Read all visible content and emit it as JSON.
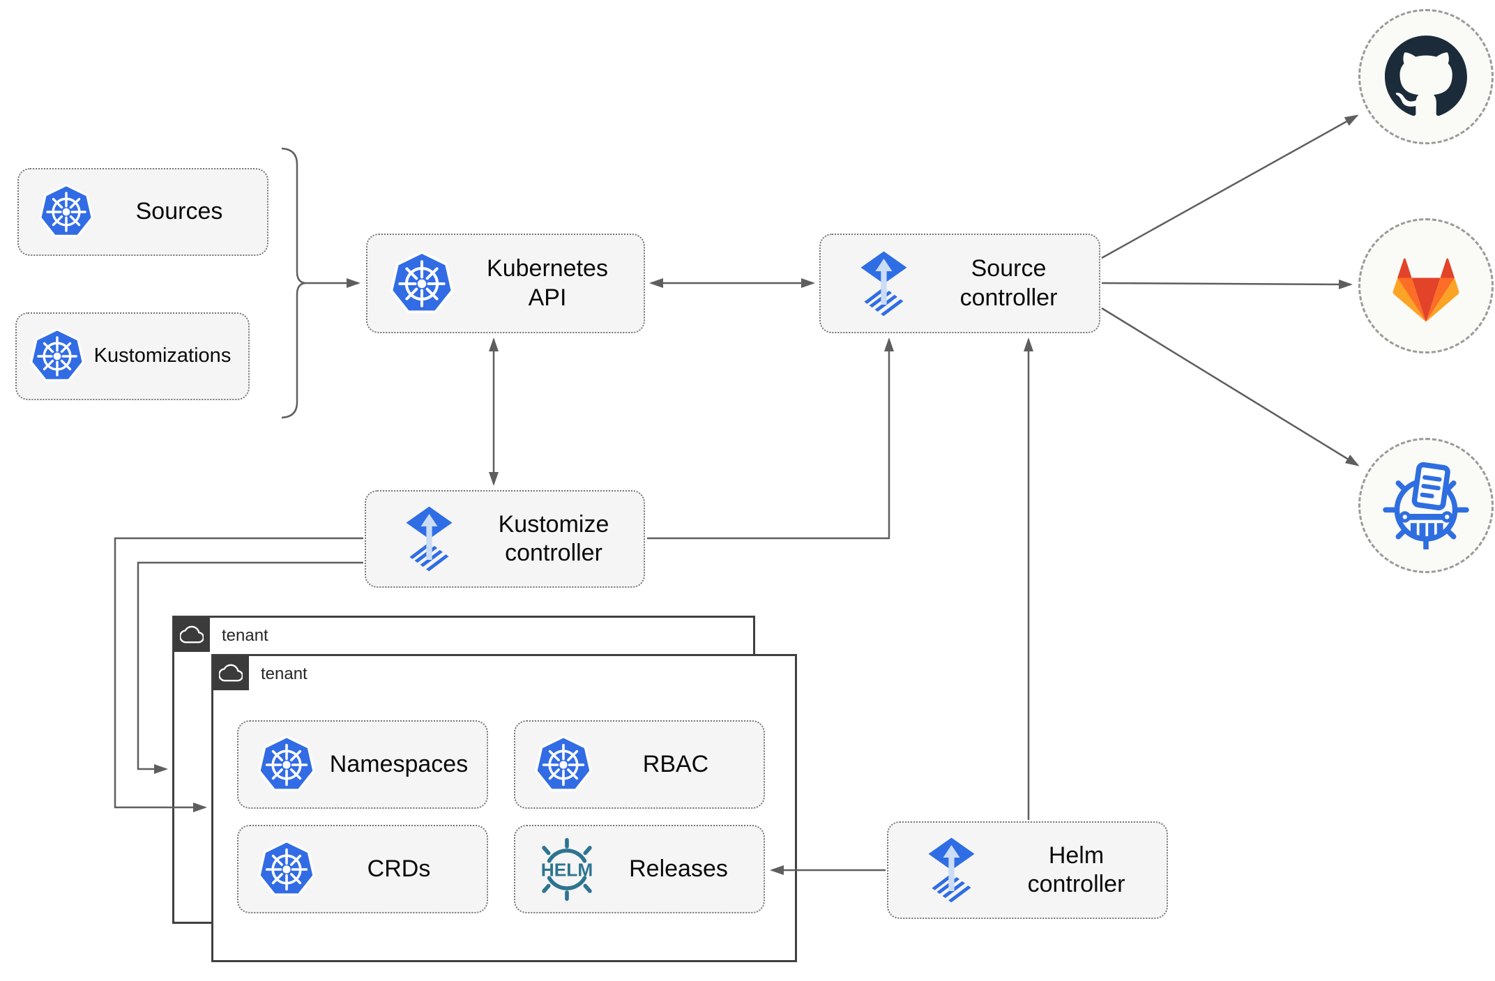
{
  "diagram": {
    "nodes": {
      "sources": {
        "label": "Sources",
        "icon": "kubernetes"
      },
      "kustomizations": {
        "label": "Kustomizations",
        "icon": "kubernetes"
      },
      "kubernetes_api": {
        "label": "Kubernetes API",
        "icon": "kubernetes"
      },
      "source_controller": {
        "label": "Source controller",
        "icon": "flux"
      },
      "kustomize_controller": {
        "label": "Kustomize controller",
        "icon": "flux"
      },
      "helm_controller": {
        "label": "Helm controller",
        "icon": "flux"
      },
      "namespaces": {
        "label": "Namespaces",
        "icon": "kubernetes"
      },
      "rbac": {
        "label": "RBAC",
        "icon": "kubernetes"
      },
      "crds": {
        "label": "CRDs",
        "icon": "kubernetes"
      },
      "releases": {
        "label": "Releases",
        "icon": "helm"
      }
    },
    "groups": [
      {
        "label": "tenant",
        "icon": "cloud"
      },
      {
        "label": "tenant",
        "icon": "cloud"
      }
    ],
    "endpoints": [
      {
        "name": "github",
        "icon": "github"
      },
      {
        "name": "gitlab",
        "icon": "gitlab"
      },
      {
        "name": "manifest-registry",
        "icon": "kustomize"
      }
    ],
    "helm_icon_text": "HELM",
    "edges": [
      {
        "from": "sources+kustomizations",
        "to": "kubernetes_api",
        "type": "arrow"
      },
      {
        "from": "kubernetes_api",
        "to": "source_controller",
        "type": "double-arrow"
      },
      {
        "from": "kubernetes_api",
        "to": "kustomize_controller",
        "type": "double-arrow"
      },
      {
        "from": "kustomize_controller",
        "to": "source_controller",
        "type": "arrow"
      },
      {
        "from": "helm_controller",
        "to": "source_controller",
        "type": "arrow"
      },
      {
        "from": "source_controller",
        "to": "github",
        "type": "arrow"
      },
      {
        "from": "source_controller",
        "to": "gitlab",
        "type": "arrow"
      },
      {
        "from": "source_controller",
        "to": "manifest-registry",
        "type": "arrow"
      },
      {
        "from": "kustomize_controller",
        "to": "tenant-back",
        "type": "arrow"
      },
      {
        "from": "kustomize_controller",
        "to": "tenant-front",
        "type": "arrow"
      },
      {
        "from": "helm_controller",
        "to": "releases",
        "type": "arrow"
      }
    ],
    "colors": {
      "kubernetes_blue": "#326ce5",
      "flux_blue": "#2f6de4",
      "helm_teal": "#2e7490",
      "github_dark": "#1b2b3a",
      "gitlab_red": "#e24329",
      "gitlab_orange": "#fc6d26",
      "gitlab_amber": "#fca326",
      "wire_gray": "#5e5e5e",
      "node_fill": "#f5f5f5",
      "tenant_header": "#3b3b3b"
    }
  }
}
